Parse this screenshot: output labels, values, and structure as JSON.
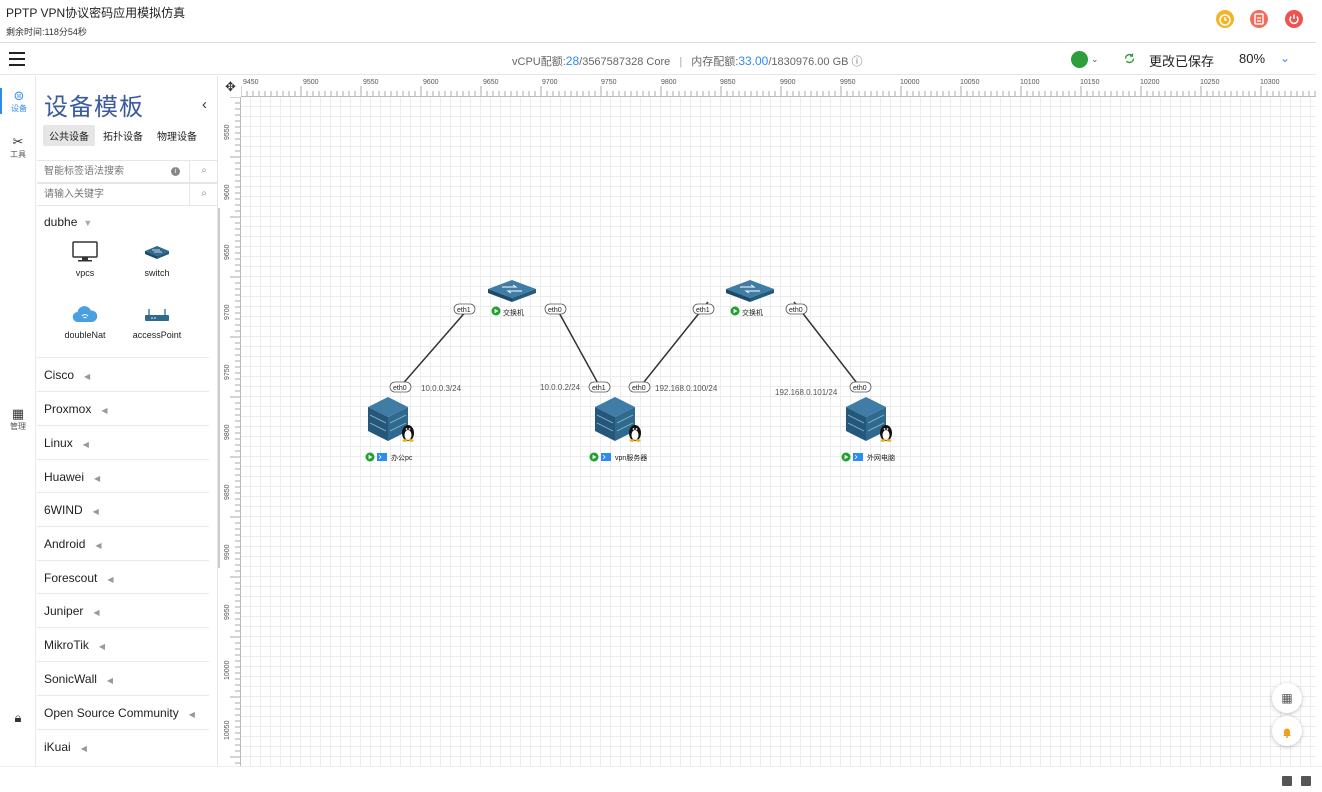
{
  "header": {
    "title": "PPTP VPN协议密码应用模拟仿真",
    "time_remaining": "剩余时间:118分54秒"
  },
  "toolbar": {
    "vcpu_label": "vCPU配额:",
    "vcpu_used": "28",
    "vcpu_total": "/3567587328 Core",
    "separator": "|",
    "mem_label": "内存配额:",
    "mem_used": "33.00",
    "mem_total": "/1830976.00 GB",
    "info_glyph": "ⓘ",
    "save_status": "更改已保存",
    "zoom": "80%"
  },
  "rail": {
    "device": "设备",
    "tools": "工具",
    "manage": "管理"
  },
  "panel": {
    "title": "设备模板",
    "tabs": [
      "公共设备",
      "拓扑设备",
      "物理设备"
    ],
    "search_tag_placeholder": "智能标签语法搜索",
    "search_key_placeholder": "请输入关键字",
    "group_dubhe": "dubhe",
    "templates": [
      "vpcs",
      "switch",
      "doubleNat",
      "accessPoint"
    ],
    "vendors": [
      "Cisco",
      "Proxmox",
      "Linux",
      "Huawei",
      "6WIND",
      "Android",
      "Forescout",
      "Juniper",
      "MikroTik",
      "SonicWall",
      "Open Source Community",
      "iKuai"
    ]
  },
  "ruler": {
    "top": [
      "9450",
      "9500",
      "9550",
      "9600",
      "9650",
      "9700",
      "9750",
      "9800",
      "9850",
      "9900",
      "9950",
      "10000",
      "10050",
      "10100",
      "10150",
      "10200",
      "10250",
      "10300"
    ],
    "left": [
      "9550",
      "9600",
      "9650",
      "9700",
      "9750",
      "9800",
      "9850",
      "9900",
      "9950",
      "10000",
      "10050"
    ]
  },
  "topology": {
    "nodes": [
      {
        "id": "pc",
        "label": "办公pc"
      },
      {
        "id": "vpn",
        "label": "vpn服务器"
      },
      {
        "id": "ext",
        "label": "外网电脑"
      },
      {
        "id": "sw1",
        "label": "交换机"
      },
      {
        "id": "sw2",
        "label": "交换机"
      }
    ],
    "ports": [
      "eth0",
      "eth1",
      "eth0",
      "eth1",
      "eth0",
      "eth1",
      "eth0",
      "eth0"
    ],
    "ips": [
      "10.0.0.3/24",
      "10.0.0.2/24",
      "192.168.0.100/24",
      "192.168.0.101/24"
    ]
  },
  "colors": {
    "accent": "#2d8cf0",
    "title": "#3a5ba0",
    "device": "#2f6a8e",
    "running": "#1fa12e"
  }
}
